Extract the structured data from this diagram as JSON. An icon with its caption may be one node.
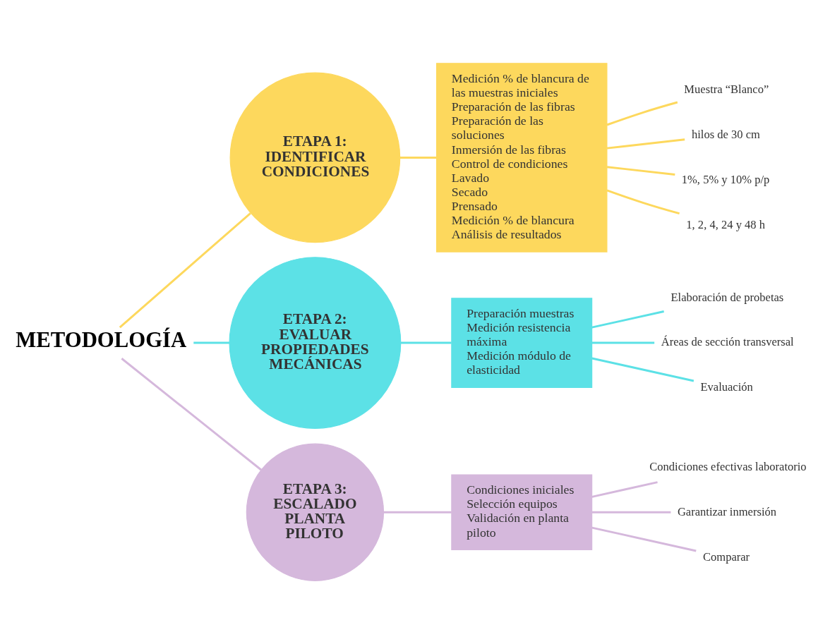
{
  "diagram": {
    "nodes": [
      {
        "text": [
          "METODOLOGÍA"
        ]
      },
      {
        "text": [
          "ETAPA 1: IDENTIFICAR CONDICIONES"
        ]
      },
      {
        "text": [
          "Medición % de blancura de las muestras iniciales",
          "Preparación de las fibras",
          "Preparación de las soluciones",
          "Inmersión de las fibras",
          "Control de condiciones",
          "Lavado",
          "Secado",
          "Prensado",
          "Medición % de blancura",
          "Análisis de resultados"
        ]
      },
      {
        "text": [
          "Muestra “Blanco”"
        ]
      },
      {
        "text": [
          "hilos de 30 cm"
        ]
      },
      {
        "text": [
          "1%, 5% y 10% p/p"
        ]
      },
      {
        "text": [
          "1, 2, 4, 24 y 48 h"
        ]
      },
      {
        "text": [
          "ETAPA 2: EVALUAR PROPIEDADES MECÁNICAS"
        ]
      },
      {
        "text": [
          "Preparación muestras",
          "Medición resistencia máxima",
          "Medición módulo de elasticidad"
        ]
      },
      {
        "text": [
          "Elaboración de probetas"
        ]
      },
      {
        "text": [
          "Áreas de sección transversal"
        ]
      },
      {
        "text": [
          "Evaluación"
        ]
      },
      {
        "text": [
          "ETAPA 3: ESCALADO PLANTA PILOTO"
        ]
      },
      {
        "text": [
          "Condiciones iniciales",
          "Selección equipos",
          "Validación en planta piloto"
        ]
      },
      {
        "text": [
          "Condiciones efectivas laboratorio"
        ]
      },
      {
        "text": [
          "Garantizar inmersión"
        ]
      },
      {
        "text": [
          "Comparar"
        ]
      }
    ],
    "edges": [
      {
        "from": 0,
        "to": 1,
        "arrow": "none",
        "color": "#fdd85d"
      },
      {
        "from": 0,
        "to": 7,
        "arrow": "none",
        "color": "#5ce1e6"
      },
      {
        "from": 0,
        "to": 12,
        "arrow": "none",
        "color": "#d5b8dc"
      },
      {
        "from": 1,
        "to": 2,
        "arrow": "none",
        "color": "#fdd85d"
      },
      {
        "from": 2,
        "to": 3,
        "arrow": "none",
        "color": "#fdd85d"
      },
      {
        "from": 2,
        "to": 4,
        "arrow": "none",
        "color": "#fdd85d"
      },
      {
        "from": 2,
        "to": 5,
        "arrow": "none",
        "color": "#fdd85d"
      },
      {
        "from": 2,
        "to": 6,
        "arrow": "none",
        "color": "#fdd85d"
      },
      {
        "from": 7,
        "to": 8,
        "arrow": "none",
        "color": "#5ce1e6"
      },
      {
        "from": 8,
        "to": 9,
        "arrow": "none",
        "color": "#5ce1e6"
      },
      {
        "from": 8,
        "to": 10,
        "arrow": "none",
        "color": "#5ce1e6"
      },
      {
        "from": 8,
        "to": 11,
        "arrow": "none",
        "color": "#5ce1e6"
      },
      {
        "from": 12,
        "to": 13,
        "arrow": "none",
        "color": "#d5b8dc"
      },
      {
        "from": 13,
        "to": 14,
        "arrow": "none",
        "color": "#d5b8dc"
      },
      {
        "from": 13,
        "to": 15,
        "arrow": "none",
        "color": "#d5b8dc"
      },
      {
        "from": 13,
        "to": 16,
        "arrow": "none",
        "color": "#d5b8dc"
      }
    ]
  }
}
